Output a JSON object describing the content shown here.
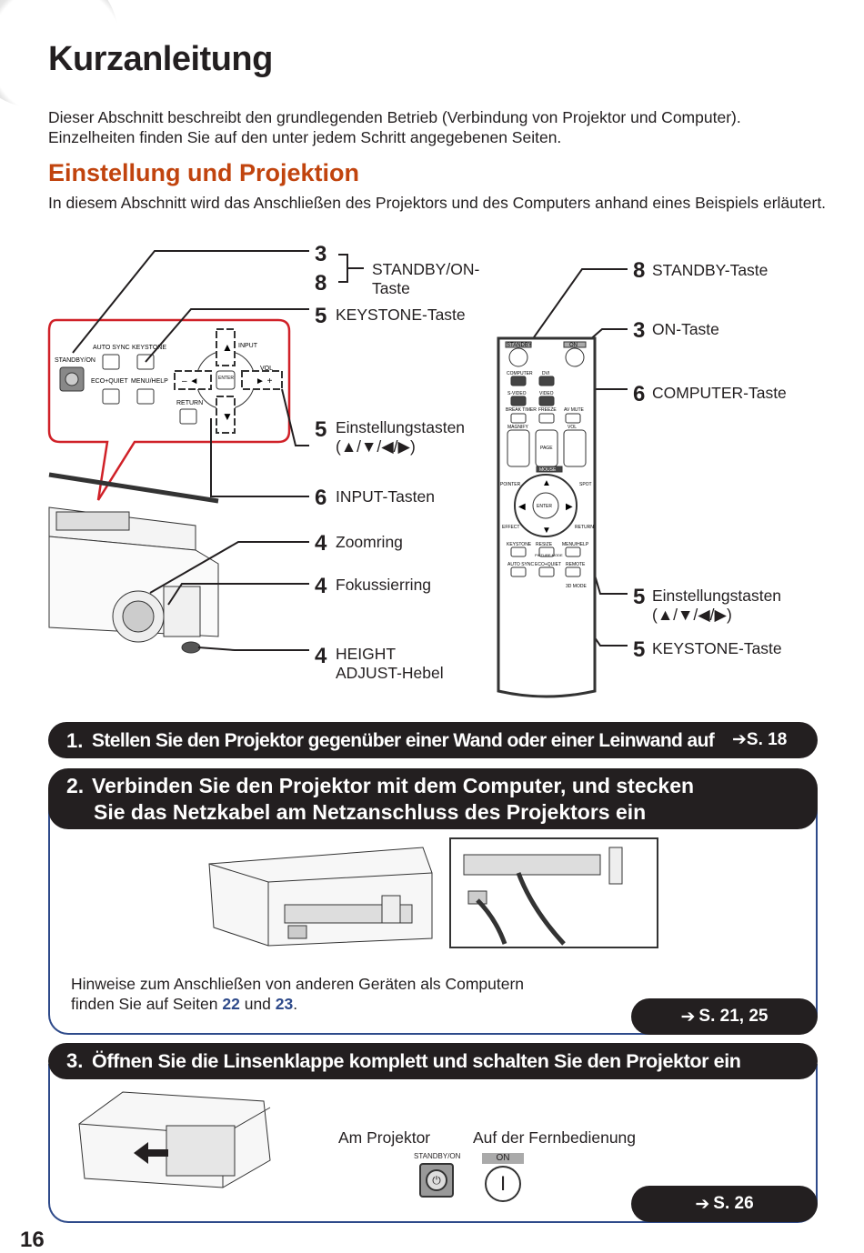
{
  "header": {
    "title": "Kurzanleitung",
    "intro": "Dieser Abschnitt beschreibt den grundlegenden Betrieb (Verbindung von Projektor und Computer). Einzelheiten finden Sie auf den unter jedem Schritt angegebenen Seiten."
  },
  "section": {
    "title": "Einstellung und Projektion",
    "intro": "In diesem Abschnitt wird das Anschließen des Projektors und des Computers anhand eines Beispiels erläutert."
  },
  "projector_panel": {
    "standby_on": "STANDBY/ON",
    "auto_sync": "AUTO SYNC",
    "keystone": "KEYSTONE",
    "eco_quiet": "ECO+QUIET",
    "menu_help": "MENU/HELP",
    "return": "RETURN",
    "input": "INPUT",
    "vol": "VOL",
    "enter": "ENTER"
  },
  "callouts_left": {
    "n3": "3",
    "n8": "8",
    "standby": "STANDBY/ON-\nTaste",
    "n5a": "5",
    "keystone": "KEYSTONE-Taste",
    "n5b": "5",
    "adjust": "Einstellungstasten\n(▲/▼/◀/▶)",
    "n6": "6",
    "input": "INPUT-Tasten",
    "n4a": "4",
    "zoom": "Zoomring",
    "n4b": "4",
    "focus": "Fokussierring",
    "n4c": "4",
    "height": "HEIGHT\nADJUST-Hebel"
  },
  "callouts_right": {
    "n8": "8",
    "standby": "STANDBY-Taste",
    "n3": "3",
    "on": "ON-Taste",
    "n6": "6",
    "computer": "COMPUTER-Taste",
    "n5a": "5",
    "adjust": "Einstellungstasten\n(▲/▼/◀/▶)",
    "n5b": "5",
    "keystone": "KEYSTONE-Taste"
  },
  "remote": {
    "standby": "STANDBY",
    "on": "ON",
    "computer": "COMPUTER",
    "dvi": "DVI",
    "svideo": "S-VIDEO",
    "video": "VIDEO",
    "break_timer": "BREAK TIMER",
    "freeze": "FREEZE",
    "av_mute": "AV MUTE",
    "magnify": "MAGNIFY",
    "vol": "VOL",
    "page": "PAGE",
    "mouse": "MOUSE",
    "pointer": "POINTER",
    "spot": "SPOT",
    "enter": "ENTER",
    "effect": "EFFECT",
    "return": "RETURN",
    "keystone": "KEYSTONE",
    "resize": "RESIZE",
    "menu_help": "MENU/HELP",
    "auto_sync": "AUTO SYNC",
    "eco_quiet": "ECO+QUIET",
    "picture_mode": "PICTURE MODE",
    "remote": "REMOTE",
    "mode_3d": "3D MODE"
  },
  "steps": [
    {
      "number": "1.",
      "text": "Stellen Sie den Projektor gegenüber einer Wand oder einer Leinwand auf",
      "ref": "S. 18"
    },
    {
      "number": "2.",
      "line1": "Verbinden Sie den Projektor mit dem Computer, und stecken",
      "line2": "Sie das Netzkabel am Netzanschluss des Projektors ein",
      "note_pre": "Hinweise zum Anschließen von anderen Geräten als Computern",
      "note_mid": "finden Sie auf Seiten ",
      "page_a": "22",
      "and": " und ",
      "page_b": "23",
      "period": ".",
      "ref": "S. 21, 25"
    },
    {
      "number": "3.",
      "text": "Öffnen Sie die Linsenklappe komplett und schalten Sie den Projektor ein",
      "on_projector": "Am Projektor",
      "on_remote": "Auf der Fernbedienung",
      "btn_standby": "STANDBY/ON",
      "btn_on": "ON",
      "ref": "S. 26"
    }
  ],
  "footer": {
    "page_number": "16"
  }
}
